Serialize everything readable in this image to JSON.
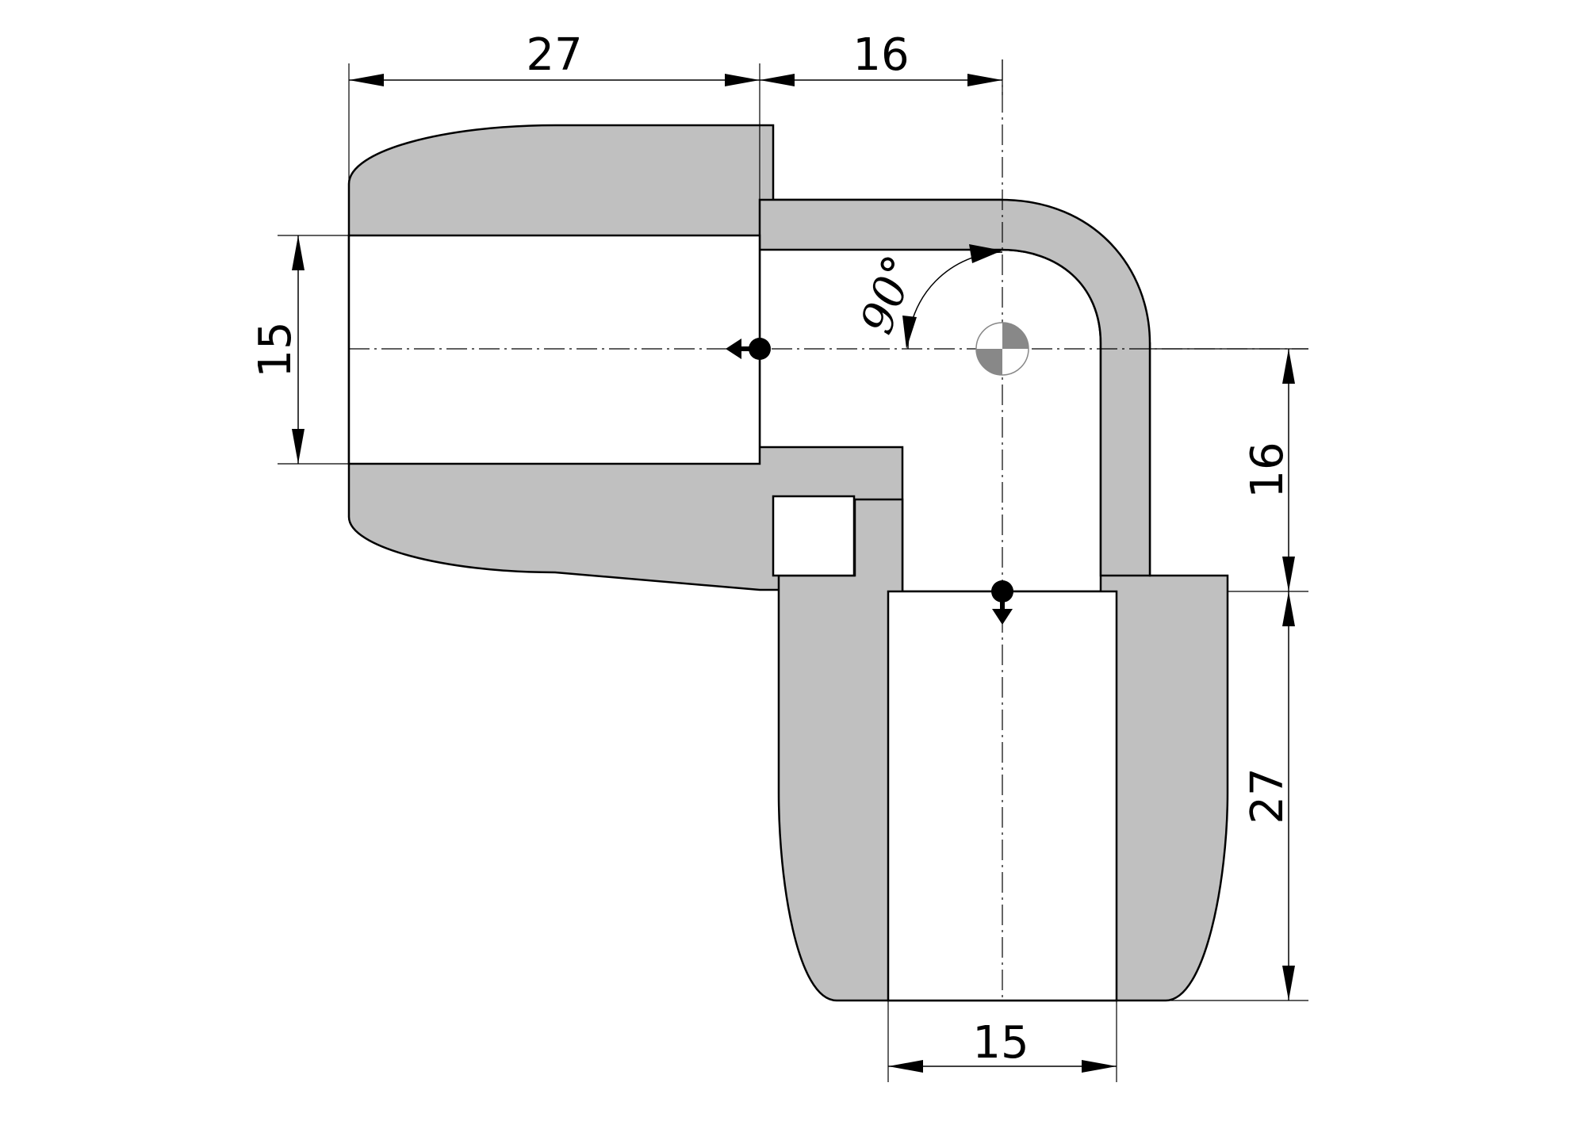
{
  "dimensions": {
    "top_length": "27",
    "top_offset": "16",
    "left_diameter": "15",
    "right_offset": "16",
    "right_length": "27",
    "bottom_diameter": "15",
    "angle": "90°"
  },
  "colors": {
    "body_fill": "#c0c0c0",
    "line": "#000000",
    "background": "#ffffff"
  }
}
